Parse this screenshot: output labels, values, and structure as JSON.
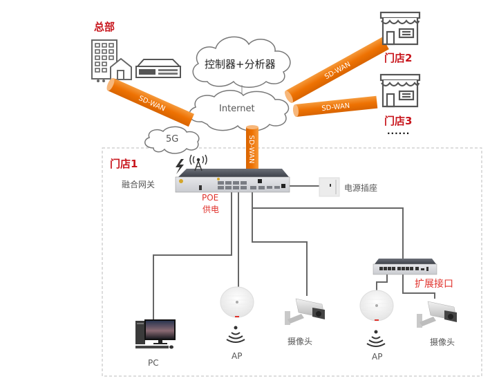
{
  "headquarters": {
    "title": "总部"
  },
  "clouds": {
    "controller": "控制器+分析器",
    "internet": "Internet",
    "cellular": "5G"
  },
  "tunnels": [
    {
      "id": "hq",
      "label": "SD-WAN"
    },
    {
      "id": "store2",
      "label": "SD-WAN"
    },
    {
      "id": "store3",
      "label": "SD-WAN"
    },
    {
      "id": "store1",
      "label": "SD-WAN"
    }
  ],
  "branches": {
    "store2": "门店2",
    "store3": "门店3",
    "more": "······"
  },
  "store1": {
    "title": "门店1",
    "gateway_label": "融合网关",
    "poe_label": "POE",
    "poe_sub": "供电",
    "power_label": "电源插座",
    "expansion_label": "扩展接口",
    "devices": {
      "pc": "PC",
      "ap1": "AP",
      "camera1": "摄像头",
      "ap2": "AP",
      "camera2": "摄像头"
    }
  },
  "colors": {
    "tunnel": "#ee7203",
    "title_red": "#c8161d",
    "note_red": "#e0302a",
    "line": "#666666",
    "dash": "#bbbbbb"
  }
}
